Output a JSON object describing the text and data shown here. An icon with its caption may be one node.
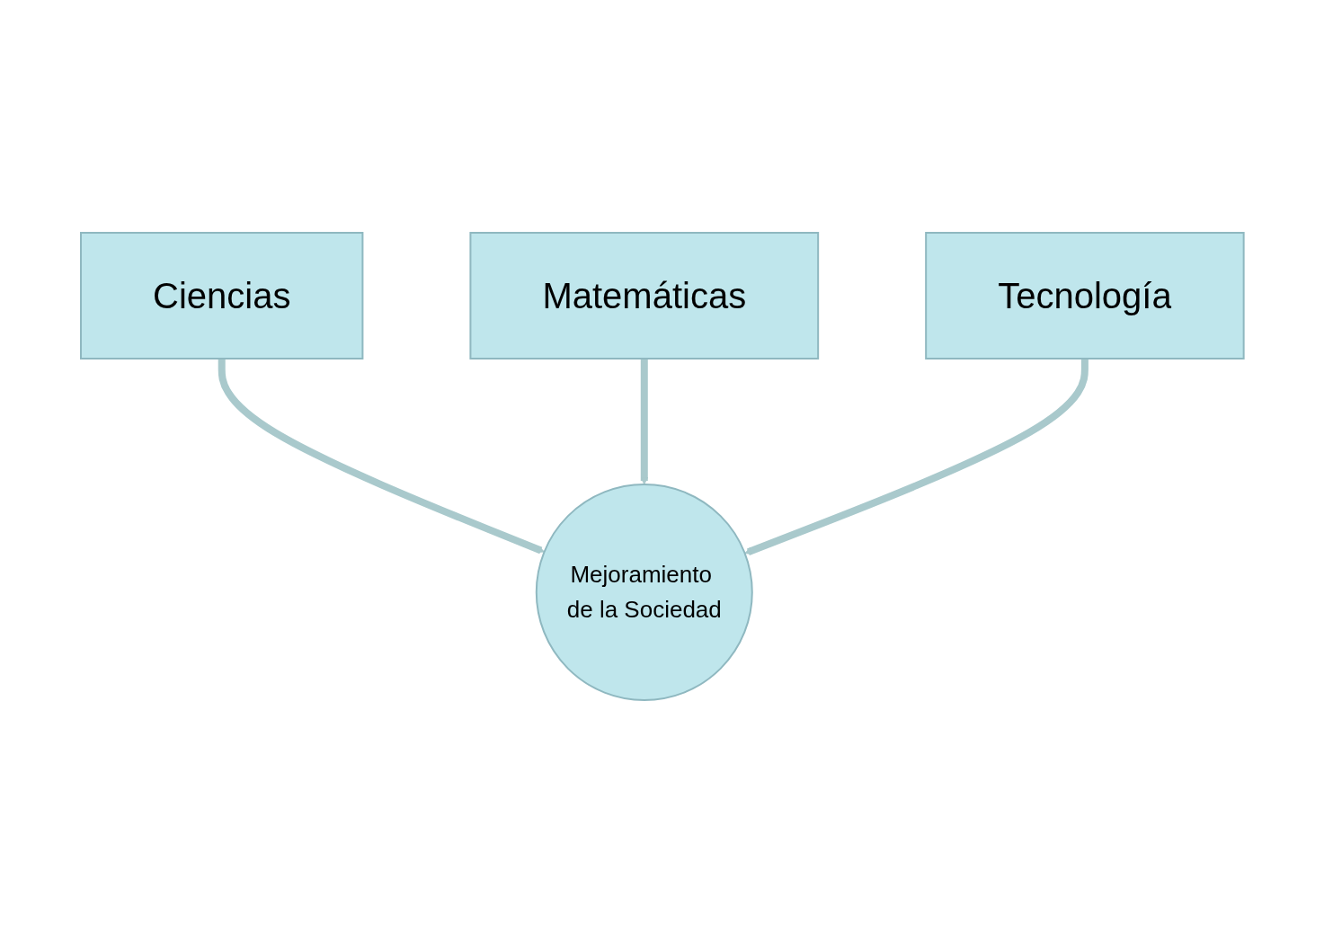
{
  "diagram": {
    "nodes": [
      {
        "text": [
          "Matemáticas"
        ]
      },
      {
        "text": [
          "Ciencias"
        ]
      },
      {
        "text": [
          "Tecnología"
        ]
      },
      {
        "text": [
          "Mejoramiento de la Sociedad"
        ]
      }
    ],
    "edges": [
      {
        "from": 1,
        "to": 3,
        "arrow": "to"
      },
      {
        "from": 0,
        "to": 3,
        "arrow": "to"
      },
      {
        "from": 2,
        "to": 3,
        "arrow": "to"
      }
    ]
  }
}
